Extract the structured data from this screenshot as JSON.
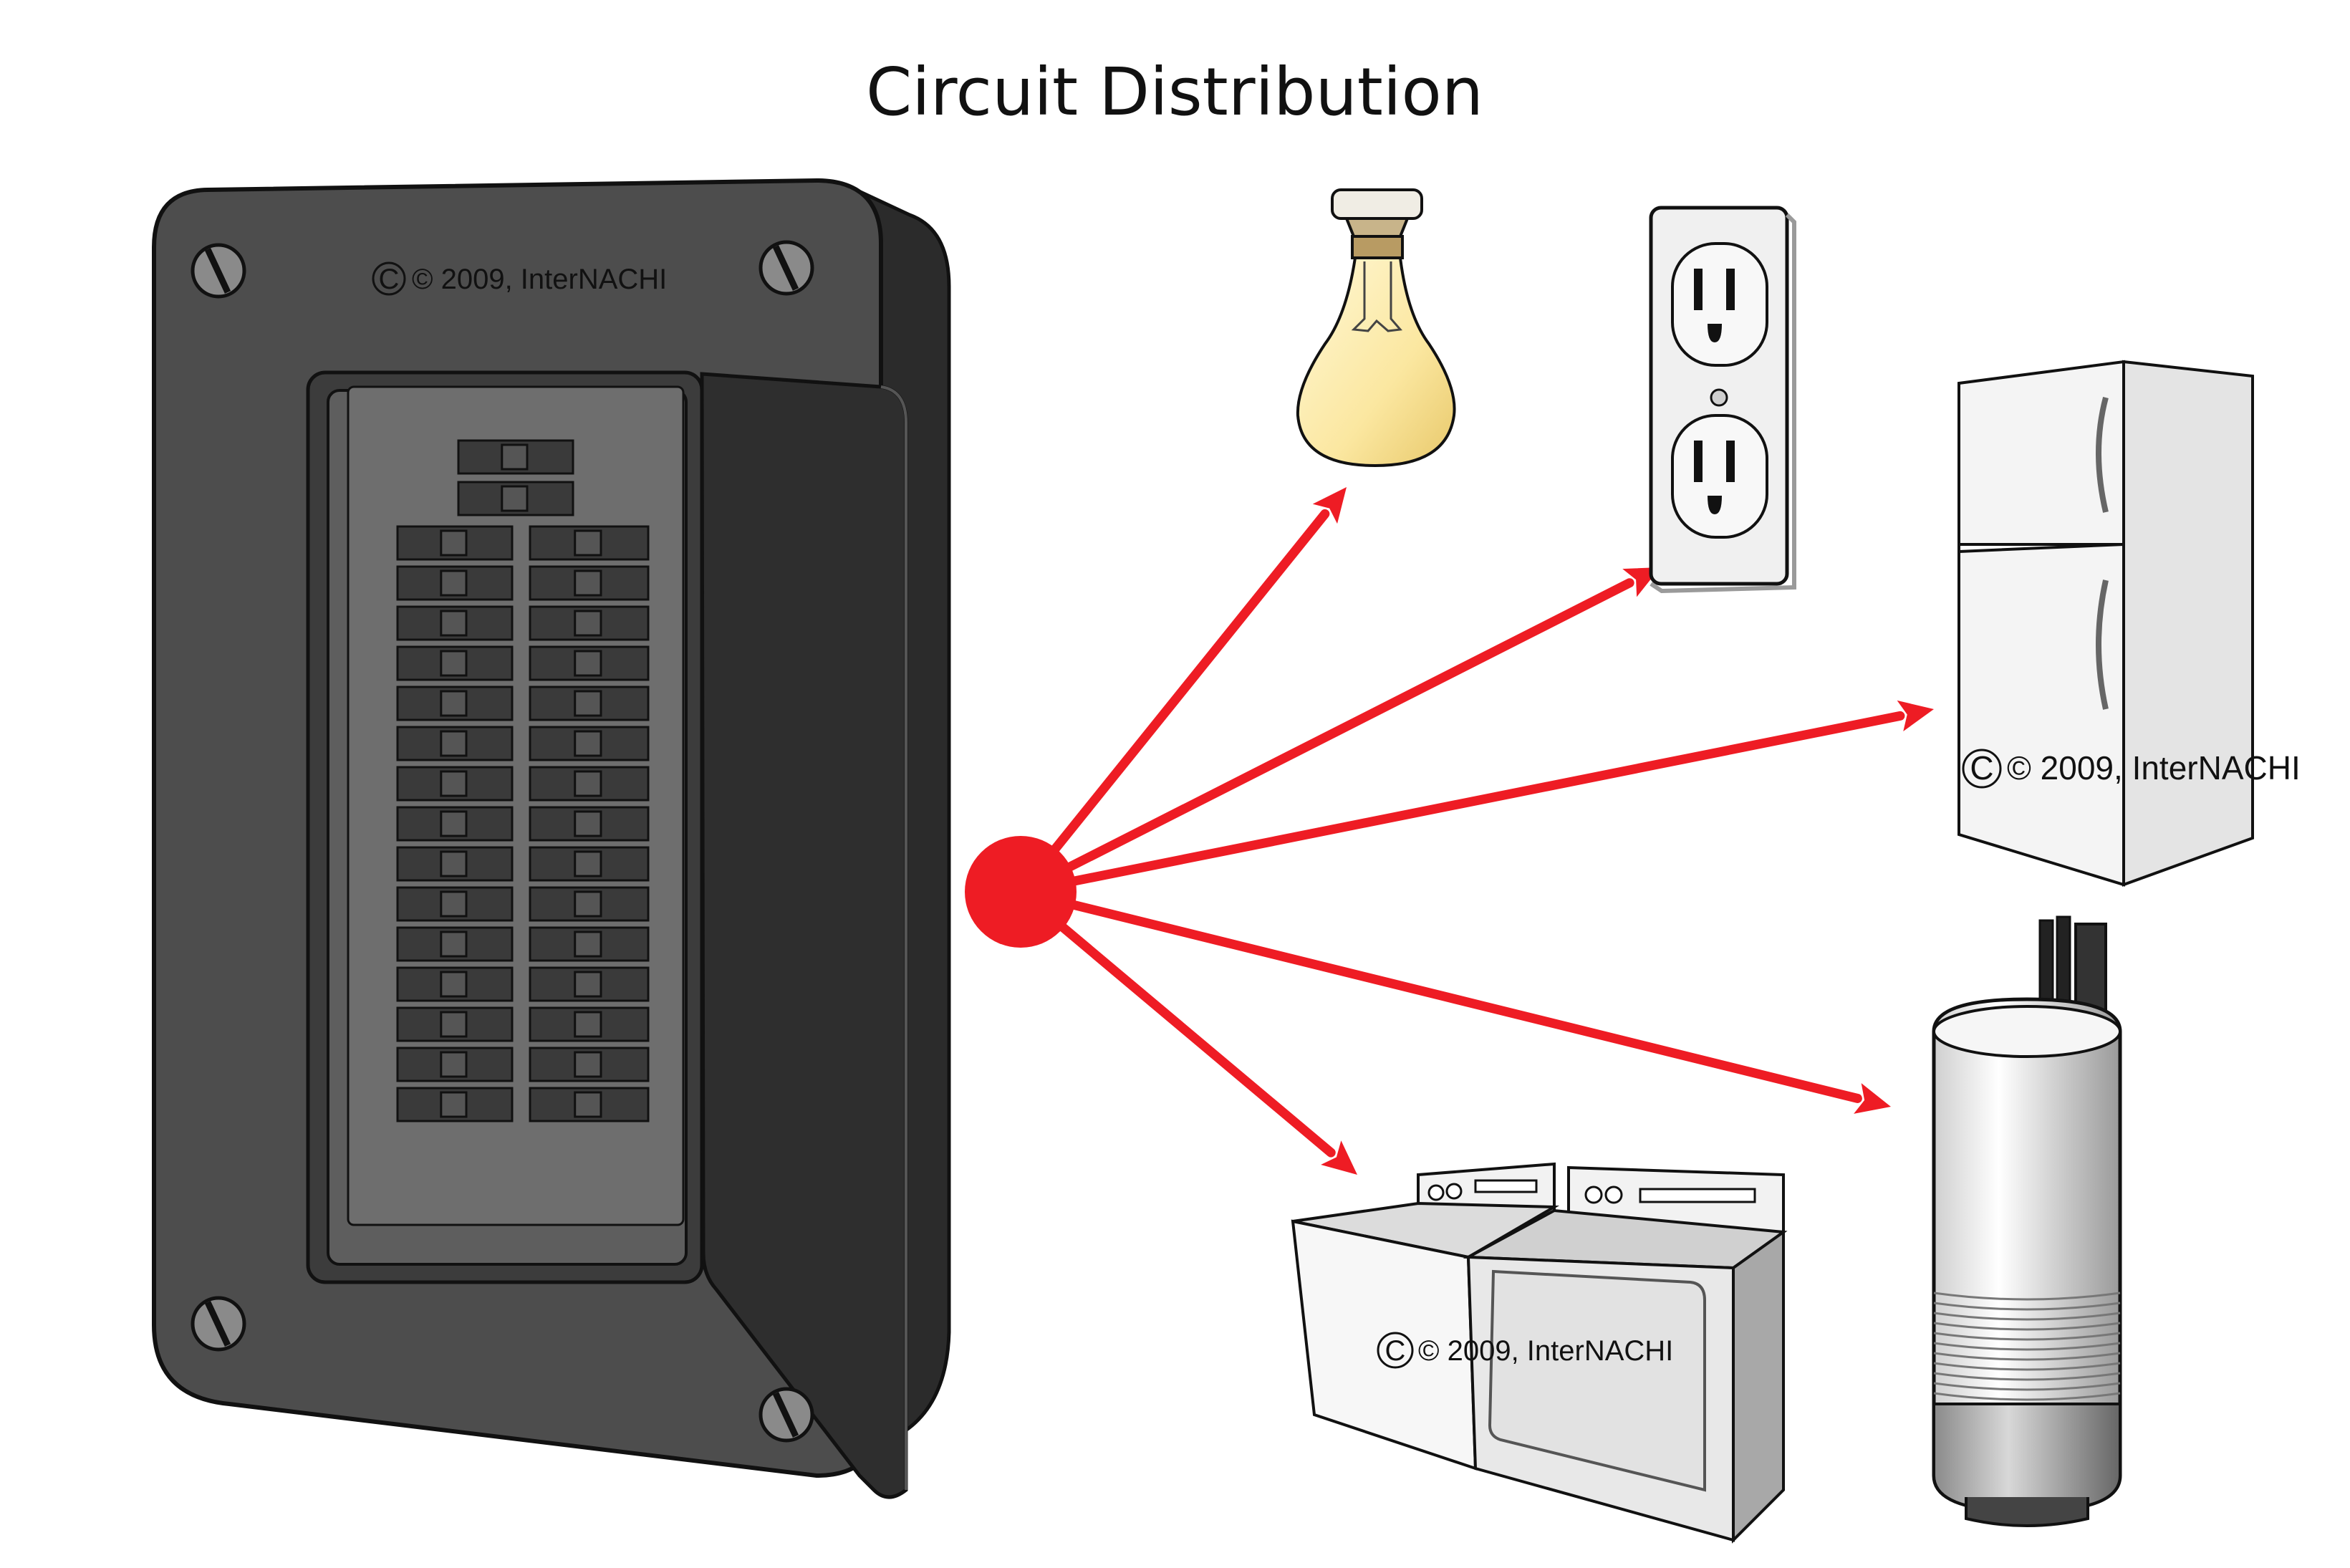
{
  "title": "Circuit Distribution",
  "watermarks": {
    "panel": "© 2009, InterNACHI",
    "fridge": "© 2009, InterNACHI",
    "laundry": "© 2009, InterNACHI"
  },
  "colors": {
    "arrow": "#ee1c24",
    "panel_body": "#4d4d4d",
    "panel_side": "#2b2b2b",
    "bulb_glow": "#fbe7a0",
    "appliance": "#f2f2f2"
  },
  "icons": {
    "source": "breaker-panel-icon",
    "hub": "distribution-hub-icon",
    "targets": [
      "light-bulb-icon",
      "wall-outlet-icon",
      "refrigerator-icon",
      "motor-capacitor-icon",
      "washer-dryer-icon"
    ]
  }
}
